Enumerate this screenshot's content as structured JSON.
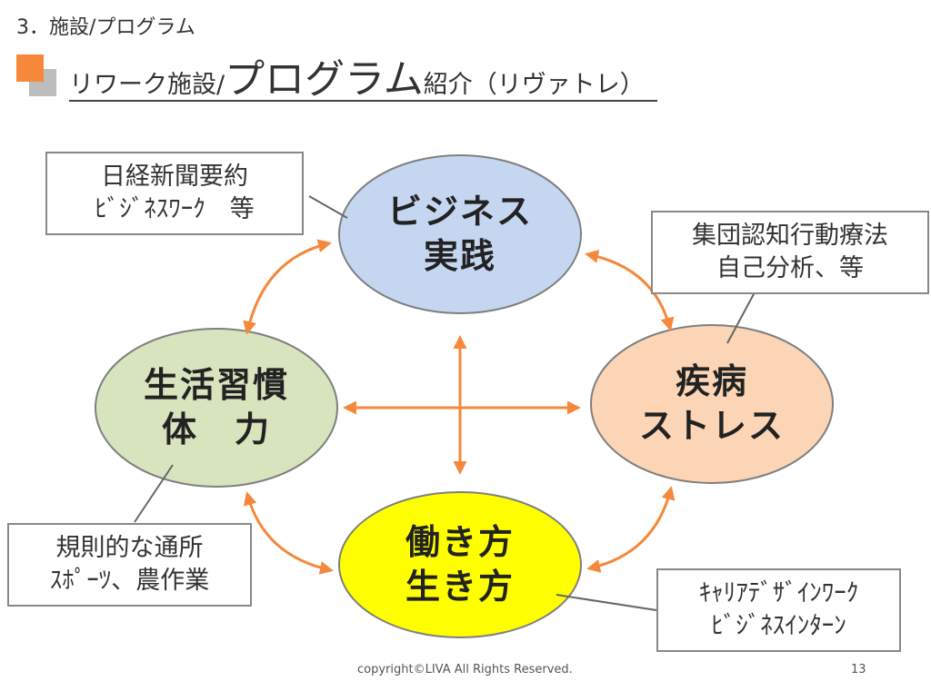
{
  "header": {
    "section": "3．施設/プログラム",
    "title_part1": "リワーク施設/",
    "title_part2": "プログラム",
    "title_part3": "紹介（リヴァトレ）"
  },
  "nodes": {
    "business": {
      "line1": "ビジネス",
      "line2": "実践",
      "fill": "#c5d7f0"
    },
    "lifestyle": {
      "line1": "生活習慣",
      "line2": "体　力",
      "fill": "#d7e4bd"
    },
    "illness": {
      "line1": "疾病",
      "line2": "ストレス",
      "fill": "#fbd5b5"
    },
    "work": {
      "line1": "働き方",
      "line2": "生き方",
      "fill": "#ffff00"
    }
  },
  "callouts": {
    "business": {
      "line1": "日経新聞要約",
      "line2": "ﾋﾞｼﾞﾈｽﾜｰｸ　等"
    },
    "illness": {
      "line1": "集団認知行動療法",
      "line2": "自己分析、等"
    },
    "lifestyle": {
      "line1": "規則的な通所",
      "line2": "ｽﾎﾟｰﾂ、農作業"
    },
    "work": {
      "line1": "ｷｬﾘｱﾃﾞｻﾞｲﾝﾜｰｸ",
      "line2": "ﾋﾞｼﾞﾈｽｲﾝﾀｰﾝ"
    }
  },
  "footer": {
    "copyright": "copyright©LIVA All Rights Reserved.",
    "page": "13"
  },
  "colors": {
    "arrow": "#f5883a",
    "accent": "#f5883a",
    "ellipse_stroke": "#7f7f7f"
  }
}
